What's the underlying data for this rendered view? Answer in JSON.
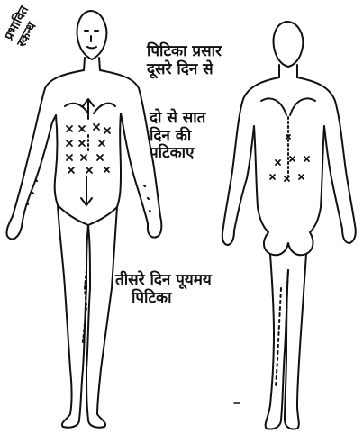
{
  "labels": {
    "spread_line1": "पिटिका प्रसार",
    "spread_line2": "दूसरे दिन से",
    "seven_line1": "दो से सात",
    "seven_line2": "दिन की",
    "seven_line3": "पटिकाए",
    "third_line1": "तीसरे दिन पूयमय",
    "third_line2": "पिटिका",
    "rotated_line1": "प्रभावित",
    "rotated_line2": "स्कन्ध"
  },
  "colors": {
    "ink": "#111111",
    "background": "#ffffff"
  }
}
